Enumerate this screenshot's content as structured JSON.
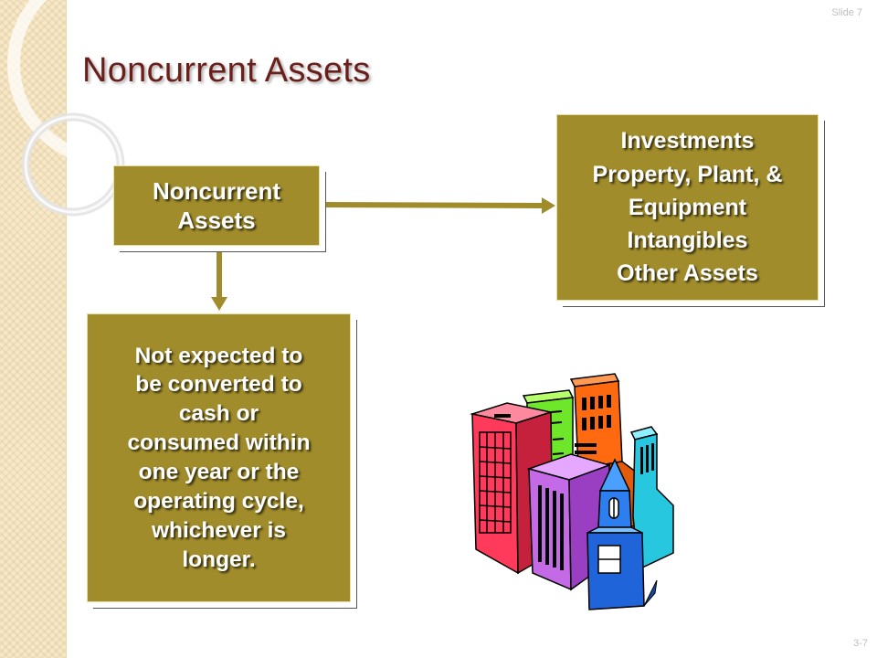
{
  "slide": {
    "label": "Slide 7",
    "page_code": "3-7",
    "title": "Noncurrent Assets"
  },
  "diagram": {
    "source_box": {
      "lines": [
        "Noncurrent",
        "Assets"
      ]
    },
    "categories_box": {
      "lines": [
        "Investments",
        "Property, Plant, &",
        "Equipment",
        "Intangibles",
        "Other Assets"
      ]
    },
    "definition_box": {
      "lines": [
        "Not expected to",
        "be converted to",
        "cash or",
        "consumed within",
        "one year or the",
        "operating cycle,",
        "whichever is",
        "longer."
      ]
    }
  },
  "colors": {
    "box_fill": "#a08c2b",
    "arrow": "#a08c2b",
    "title": "#6b1f1a",
    "side_band": "#f6e8c8"
  },
  "illustration": {
    "icon": "city-buildings-clipart"
  }
}
